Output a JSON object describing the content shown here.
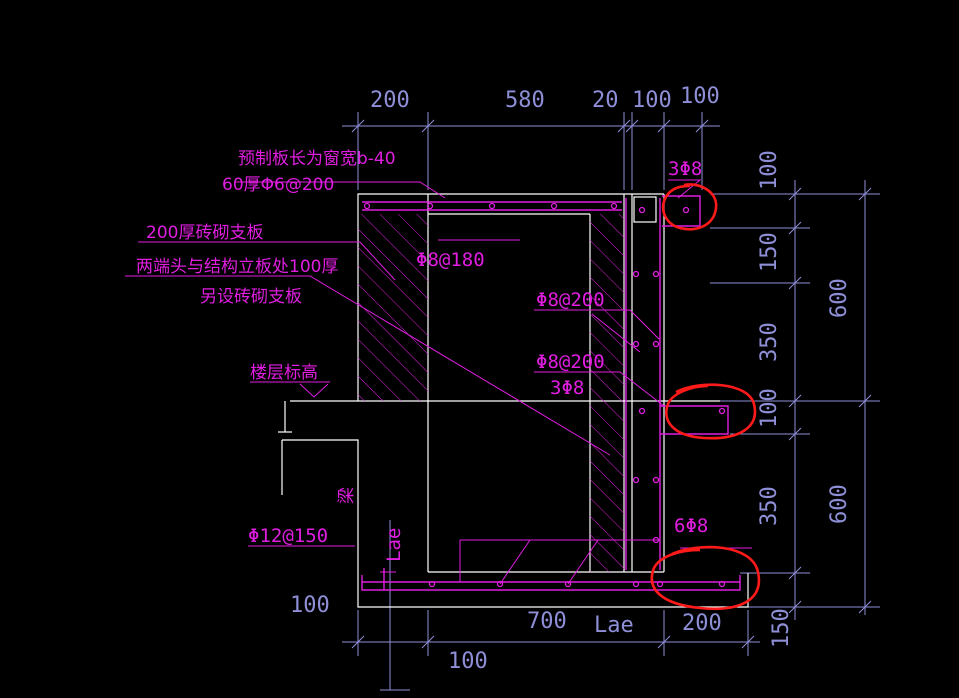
{
  "dimensions": {
    "top": [
      "200",
      "580",
      "20",
      "100",
      "100"
    ],
    "right_inner": [
      "100",
      "150",
      "350",
      "100",
      "350",
      "150"
    ],
    "right_outer": [
      "600",
      "600"
    ],
    "bottom": [
      "100",
      "700",
      "Lae",
      "200"
    ],
    "left": "100"
  },
  "notes": {
    "precast_slab_length": "预制板长为窗宽b-40",
    "precast_slab_spec": "60厚Φ6@200",
    "brick_support_200": "200厚砖砌支板",
    "brick_support_100_line1": "两端头与结构立板处100厚",
    "brick_support_100_line2": "另设砖砌支板",
    "floor_level": "楼层标高",
    "beam": "梁"
  },
  "rebar_labels": {
    "top_bars": "3Φ8",
    "slab_bars": "Φ8@180",
    "wall_bars_1": "Φ8@200",
    "wall_bars_2": "Φ8@200",
    "middle_bars": "3Φ8",
    "bottom_bars": "6Φ8",
    "beam_bars": "Φ12@150",
    "anchor_vertical": "Lae"
  },
  "colors": {
    "background": "#000000",
    "rebar": "#e01ee0",
    "dimension": "#8f8fd8",
    "outline": "#ffffff",
    "markup": "#ff1a1a"
  }
}
